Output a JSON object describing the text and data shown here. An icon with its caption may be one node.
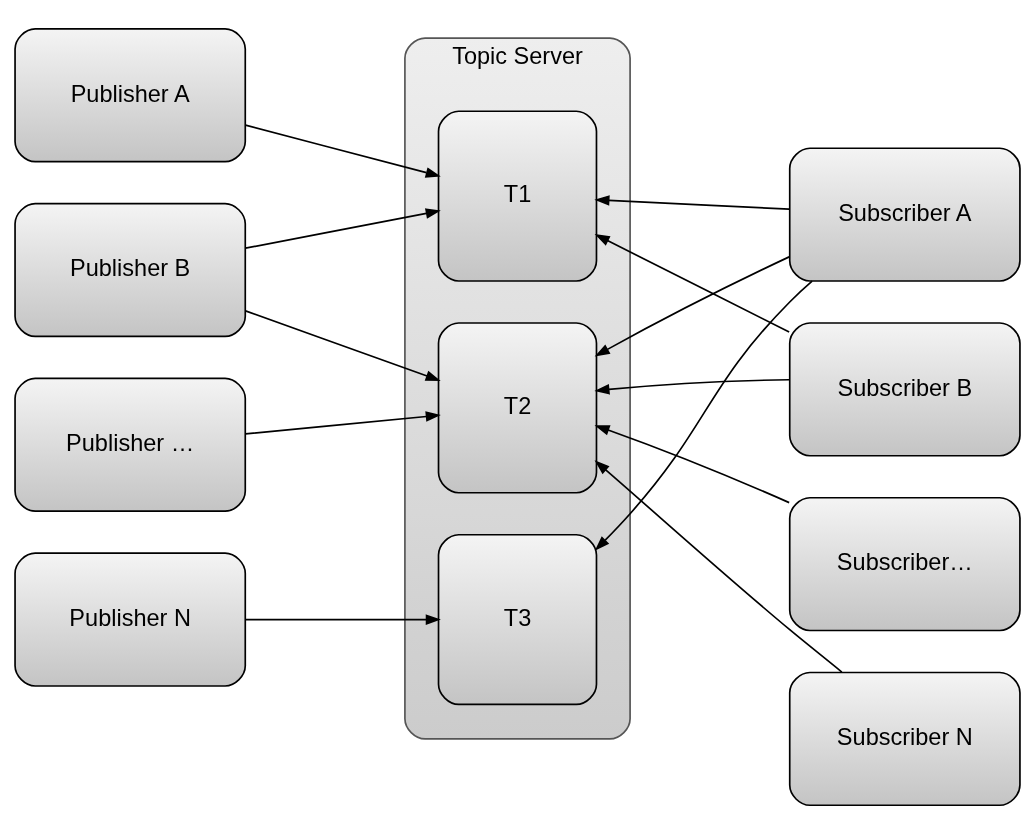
{
  "diagram": {
    "nodes": [
      {
        "text": [
          "Publisher A"
        ]
      },
      {
        "text": [
          "Publisher B"
        ]
      },
      {
        "text": [
          "Publisher …"
        ]
      },
      {
        "text": [
          "Publisher N"
        ]
      },
      {
        "text": [
          "Topic Server"
        ]
      },
      {
        "text": [
          "T1"
        ],
        "in": 4
      },
      {
        "text": [
          "T2"
        ],
        "in": 4
      },
      {
        "text": [
          "T3"
        ],
        "in": 4
      },
      {
        "text": [
          "Subscriber A"
        ]
      },
      {
        "text": [
          "Subscriber B"
        ]
      },
      {
        "text": [
          "Subscriber…"
        ]
      },
      {
        "text": [
          "Subscriber N"
        ]
      }
    ],
    "edges": [
      {
        "from": 0,
        "to": 5,
        "arrow": "to"
      },
      {
        "from": 1,
        "to": 5,
        "arrow": "to"
      },
      {
        "from": 1,
        "to": 6,
        "arrow": "to"
      },
      {
        "from": 2,
        "to": 6,
        "arrow": "to"
      },
      {
        "from": 3,
        "to": 7,
        "arrow": "to"
      },
      {
        "from": 8,
        "to": 5,
        "arrow": "to"
      },
      {
        "from": 8,
        "to": 6,
        "arrow": "to"
      },
      {
        "from": 8,
        "to": 7,
        "arrow": "to"
      },
      {
        "from": 9,
        "to": 5,
        "arrow": "to"
      },
      {
        "from": 9,
        "to": 6,
        "arrow": "to"
      },
      {
        "from": 10,
        "to": 6,
        "arrow": "to"
      },
      {
        "from": 11,
        "to": 6,
        "arrow": "to"
      }
    ]
  }
}
